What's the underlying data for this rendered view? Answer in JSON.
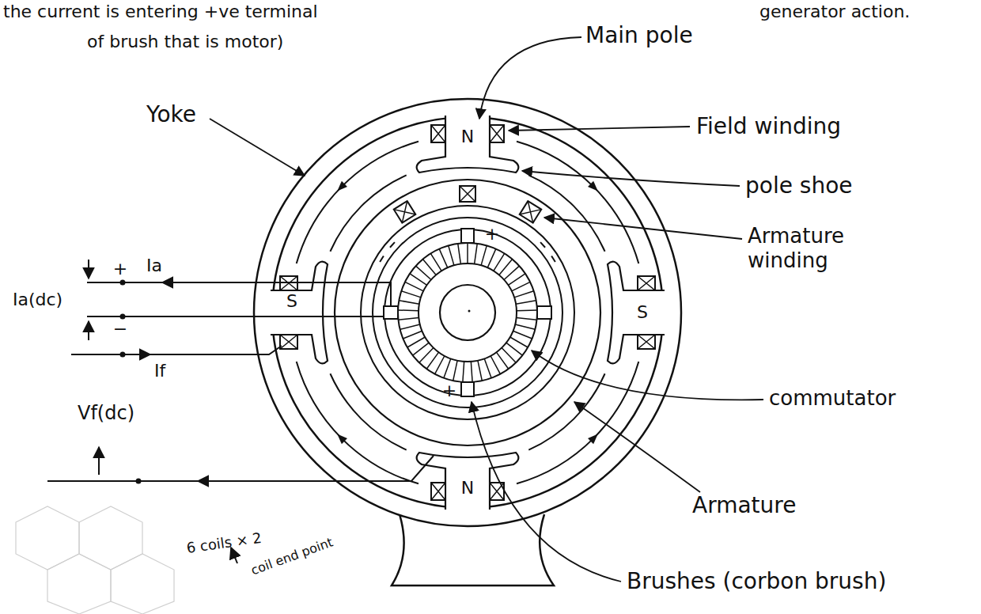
{
  "diagram": {
    "labels": [
      "the current is entering +ve terminal",
      "of brush that is motor)",
      "generator action.",
      "Main pole",
      "Yoke",
      "Field winding",
      "pole shoe",
      "Armature winding",
      "commutator",
      "Armature",
      "Brushes (corbon brush)",
      "N",
      "S",
      "S",
      "N",
      "+",
      "+",
      "+",
      "−",
      "Ia",
      "Ia(dc)",
      "If",
      "Vf(dc)",
      "6 coils × 2",
      "coil end point"
    ]
  }
}
